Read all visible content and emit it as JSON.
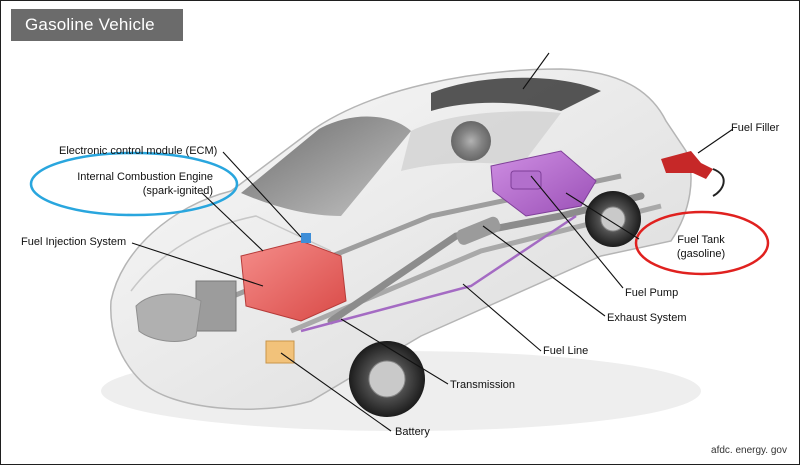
{
  "title": "Gasoline Vehicle",
  "credit": "afdc. energy. gov",
  "labels": {
    "ecm": "Electronic control module (ECM)",
    "ice_line1": "Internal Combustion Engine",
    "ice_line2": "(spark-ignited)",
    "fuel_injection": "Fuel Injection System",
    "fuel_filler": "Fuel Filler",
    "fuel_tank_line1": "Fuel Tank",
    "fuel_tank_line2": "(gasoline)",
    "fuel_pump": "Fuel Pump",
    "exhaust": "Exhaust System",
    "fuel_line": "Fuel Line",
    "transmission": "Transmission",
    "battery": "Battery"
  },
  "colors": {
    "highlight_engine": "#29a6de",
    "highlight_tank": "#e0211f",
    "engine": "#ef6f6c",
    "fuel_system": "#b86ad0",
    "battery": "#f2c27a",
    "title_bar": "#6b6b6b"
  }
}
